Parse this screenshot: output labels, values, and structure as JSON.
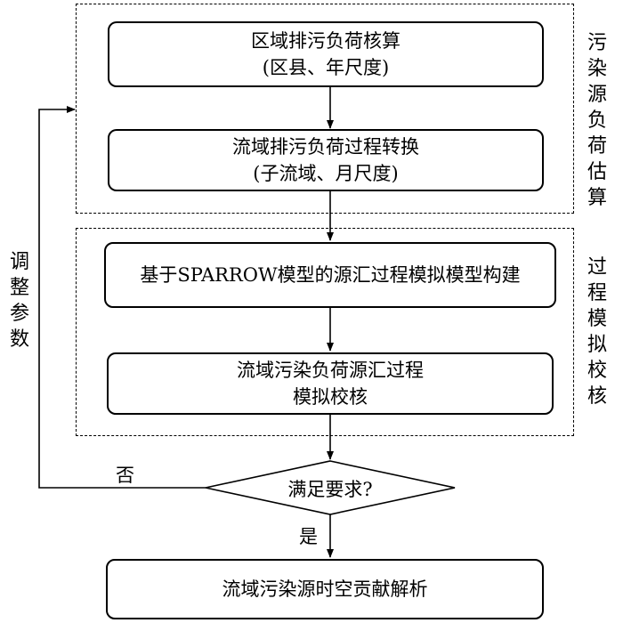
{
  "groups": {
    "pollution_estimation": "污染源负荷估算",
    "process_calibration": "过程模拟校核"
  },
  "boxes": {
    "regional_accounting": {
      "line1": "区域排污负荷核算",
      "line2": "(区县、年尺度)"
    },
    "basin_conversion": {
      "line1": "流域排污负荷过程转换",
      "line2": "(子流域、月尺度)"
    },
    "sparrow_model": {
      "line1": "基于SPARROW模型的源汇过程模拟模型构建"
    },
    "source_sink_calibration": {
      "line1": "流域污染负荷源汇过程",
      "line2": "模拟校核"
    },
    "final_analysis": {
      "line1": "流域污染源时空贡献解析"
    }
  },
  "decision": {
    "label": "满足要求?"
  },
  "labels": {
    "no": "否",
    "yes": "是",
    "adjust": "调整参数"
  }
}
